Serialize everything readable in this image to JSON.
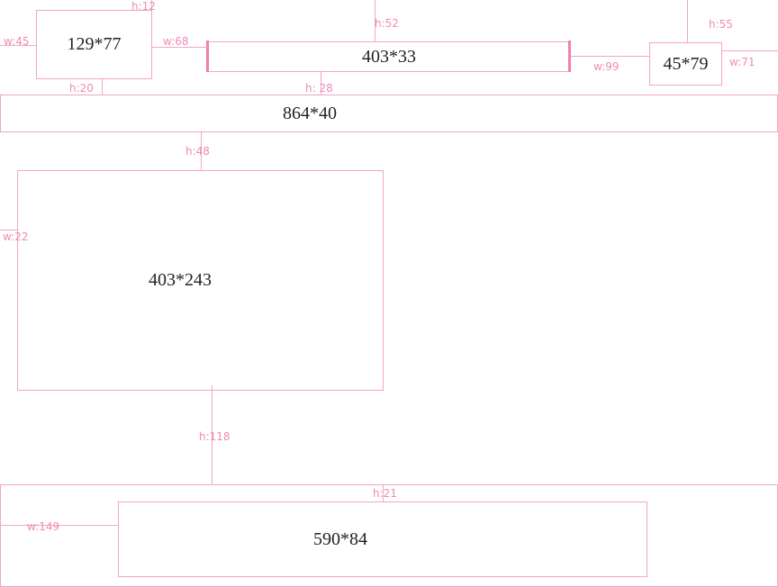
{
  "boxes": {
    "top_left": "129*77",
    "top_middle": "403*33",
    "top_right": "45*79",
    "header_band": "864*40",
    "main_block": "403*243",
    "bottom_inner": "590*84"
  },
  "dimensions": {
    "top_left_w": "w:45",
    "top_left_h_top": "h:12",
    "top_left_to_mid_w": "w:68",
    "top_left_h_bottom": "h:20",
    "top_mid_h_top": "h:52",
    "top_mid_h_bottom": "h: 28",
    "mid_to_right_w": "w:99",
    "top_right_h_top": "h:55",
    "top_right_w": "w:71",
    "band_to_main_h": "h:48",
    "main_w": "w:22",
    "main_to_bottom_h": "h:118",
    "bottom_inner_h": "h:21",
    "bottom_inner_w": "w:149"
  },
  "colors": {
    "outline": "#f2a6c6",
    "accent": "#f07fb0",
    "dimension_text": "#f08ab6",
    "label_text": "#222222"
  }
}
